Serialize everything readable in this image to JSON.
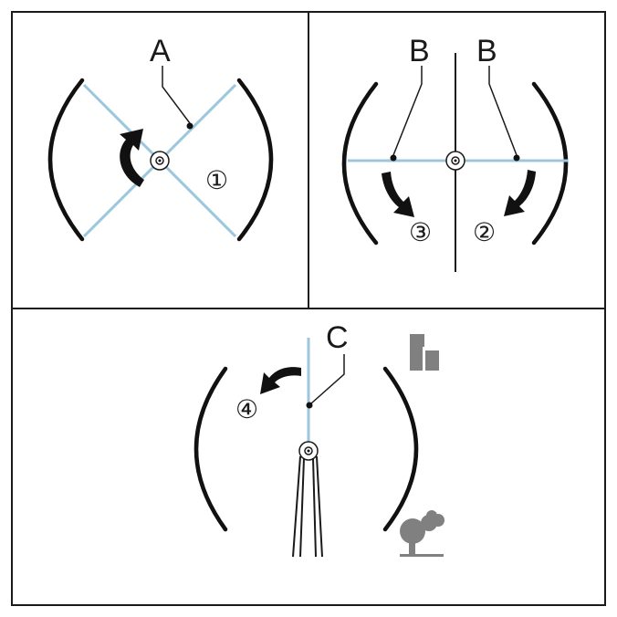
{
  "panels": {
    "top_left": {
      "label": "A",
      "step": "①"
    },
    "top_right": {
      "label_left": "B",
      "label_right": "B",
      "step_left": "③",
      "step_right": "②"
    },
    "bottom": {
      "label": "C",
      "step": "④"
    }
  },
  "icons": [
    "building-icon",
    "tree-icon"
  ],
  "colors": {
    "line": "#1a1a1a",
    "blue_line": "#9cc6dc",
    "icon_grey": "#808080"
  }
}
